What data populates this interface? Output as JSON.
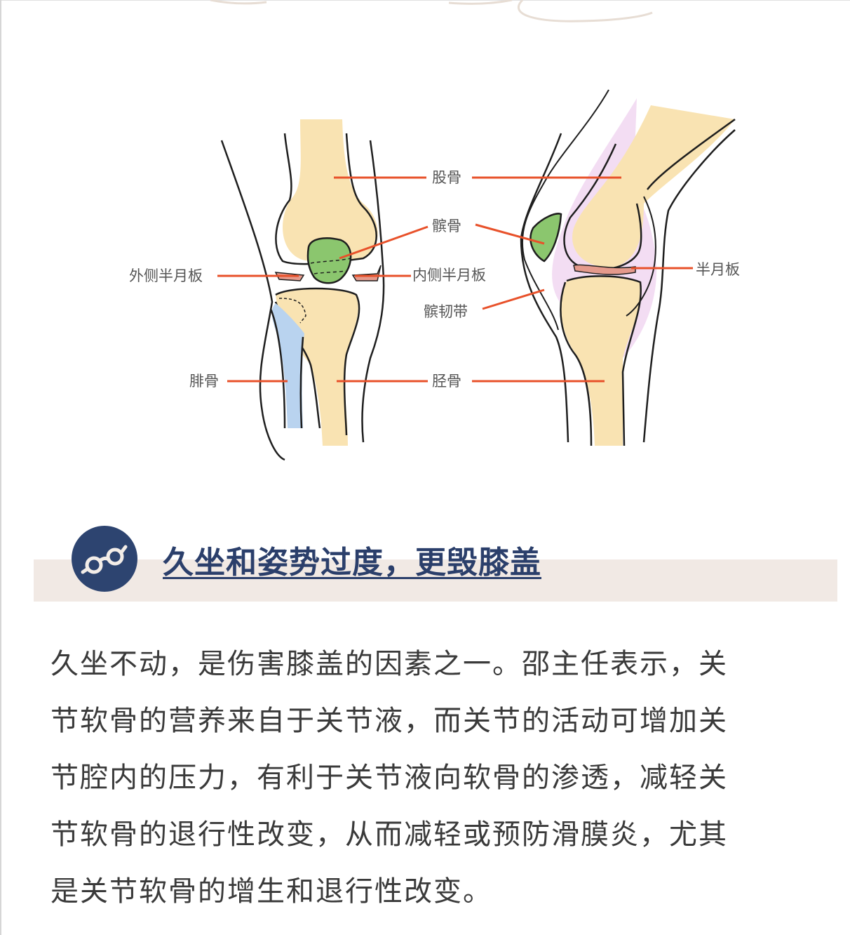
{
  "decoration": {
    "top_swirl_color": "#e7ddd4"
  },
  "figure": {
    "front_view": {
      "labels": {
        "femur": "股骨",
        "patella": "髌骨",
        "lateral_meniscus": "外侧半月板",
        "medial_meniscus": "内侧半月板",
        "fibula": "腓骨",
        "tibia": "胫骨"
      }
    },
    "side_view": {
      "labels": {
        "meniscus": "半月板",
        "patellar_ligament": "髌韧带"
      }
    },
    "colors": {
      "bone": "#f9e3b2",
      "patella": "#8bc66e",
      "fibula": "#b9d3ef",
      "meniscus": "#e59a8c",
      "soft_tissue": "#f1d7f1",
      "leader_line": "#e8512a",
      "outline": "#1e1e1e"
    }
  },
  "section": {
    "icon": "glasses-icon",
    "title": "久坐和姿势过度，更毁膝盖",
    "accent_color": "#2d4470",
    "band_color": "#f1e9e4"
  },
  "article": {
    "lines": [
      "久坐不动，是伤害膝盖的因素之一。邵主任表示，关",
      "节软骨的营养来自于关节液，而关节的活动可增加关",
      "节腔内的压力，有利于关节液向软骨的渗透，减轻关",
      "节软骨的退行性改变，从而减轻或预防滑膜炎，尤其",
      "是关节软骨的增生和退行性改变。"
    ]
  }
}
